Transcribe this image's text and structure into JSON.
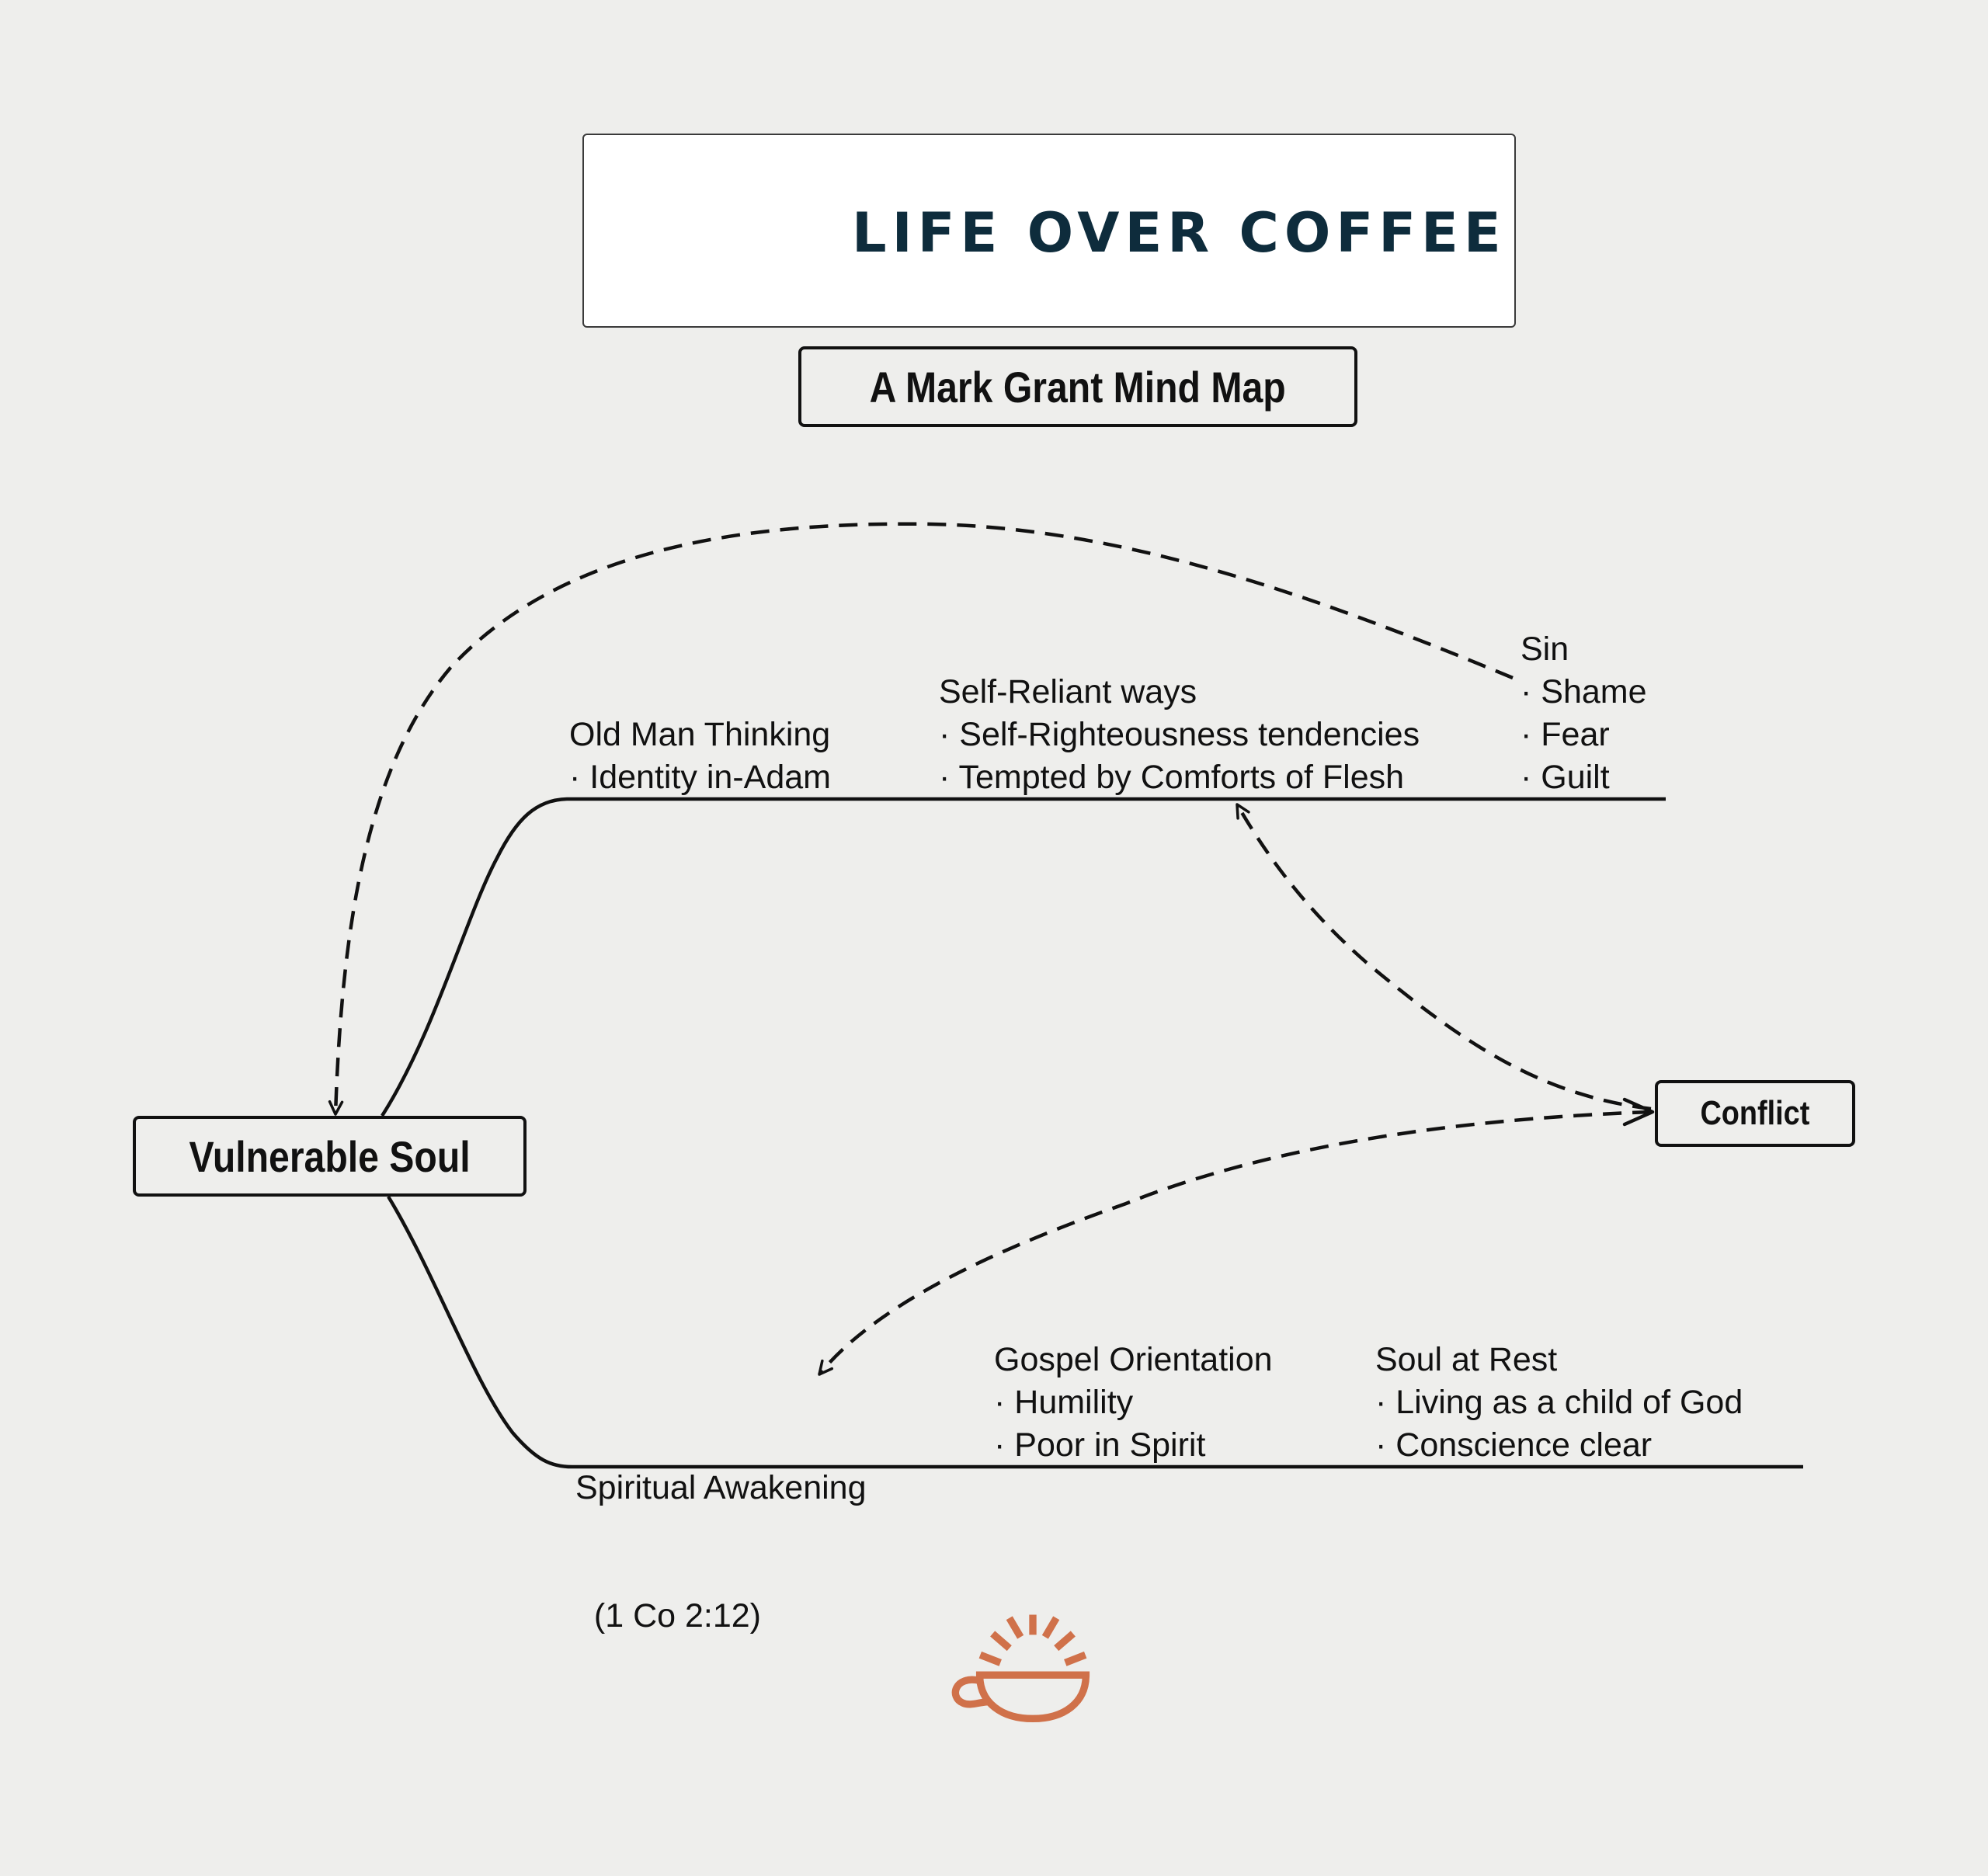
{
  "brand": {
    "name": "LIFE OVER COFFEE",
    "logo_icon": "coffee-cup-sunrise-icon",
    "accent_color": "#d0714a",
    "text_color": "#0e2c3c"
  },
  "title": "A Mark Grant Mind Map",
  "nodes": {
    "center": "Vulnerable Soul",
    "conflict": "Conflict"
  },
  "upper_branch": [
    {
      "heading": "Old Man Thinking",
      "items": [
        "· Identity in-Adam"
      ]
    },
    {
      "heading": "Self-Reliant ways",
      "items": [
        "· Self-Righteousness tendencies",
        "· Tempted by Comforts of Flesh"
      ]
    },
    {
      "heading": "Sin",
      "items": [
        "· Shame",
        "· Fear",
        "· Guilt"
      ]
    }
  ],
  "lower_branch": [
    {
      "heading": "Spiritual Awakening",
      "items": [
        "  (1 Co 2:12)"
      ]
    },
    {
      "heading": "Gospel Orientation",
      "items": [
        "· Humility",
        "· Poor in Spirit"
      ]
    },
    {
      "heading": "Soul at Rest",
      "items": [
        "· Living as a child of God",
        "· Conscience clear"
      ]
    }
  ],
  "footer": {
    "icon": "coffee-cup-sunrise-icon"
  }
}
